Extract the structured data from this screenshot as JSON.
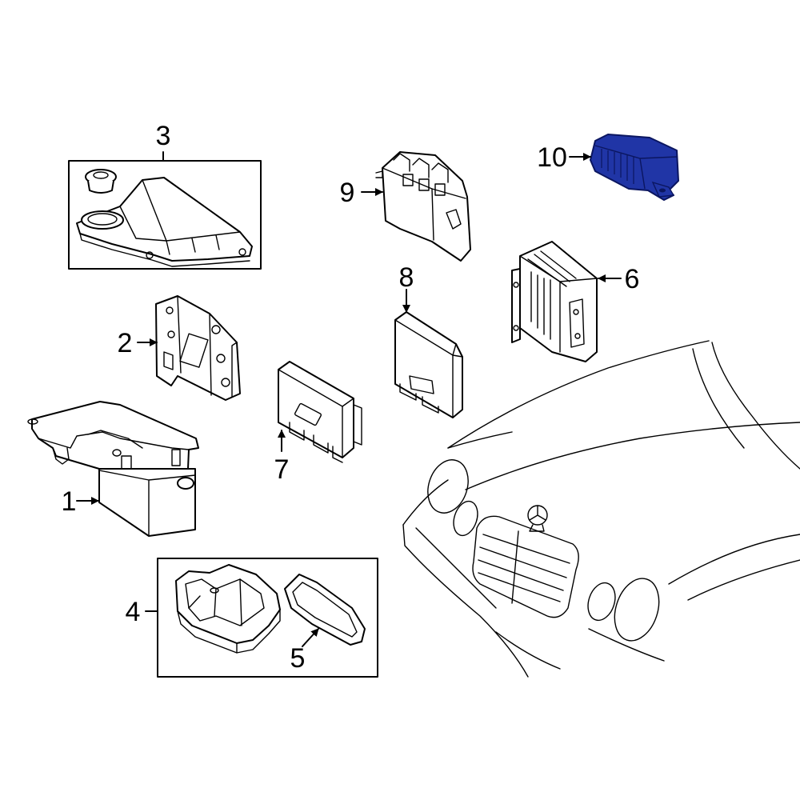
{
  "callouts": {
    "c1": "1",
    "c2": "2",
    "c3": "3",
    "c4": "4",
    "c5": "5",
    "c6": "6",
    "c7": "7",
    "c8": "8",
    "c9": "9",
    "c10": "10"
  },
  "colors": {
    "highlight_fill": "#2035a6",
    "highlight_stroke": "#0b1660",
    "line": "#000000",
    "background": "#ffffff"
  }
}
